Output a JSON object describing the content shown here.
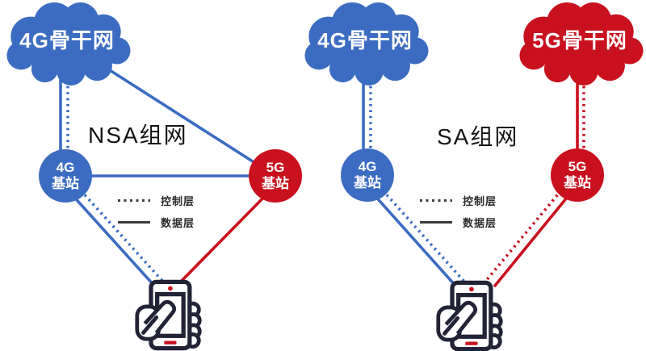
{
  "colors": {
    "background": "#FFFFFF",
    "blue": "#3C6CC2",
    "red": "#C9101E",
    "phone_outline": "#232337",
    "title_text": "#141414",
    "legend_text": "#2B2B2B",
    "legend_line": "#3C3C3C"
  },
  "nsa": {
    "title": "NSA组网",
    "cloud_4g": "4G骨干网",
    "station_4g": "4G\n基站",
    "station_5g": "5G\n基站",
    "legend": {
      "control": "控制层",
      "data": "数据层"
    }
  },
  "sa": {
    "title": "SA组网",
    "cloud_4g": "4G骨干网",
    "cloud_5g": "5G骨干网",
    "station_4g": "4G\n基站",
    "station_5g": "5G\n基站",
    "legend": {
      "control": "控制层",
      "data": "数据层"
    }
  },
  "icons": {
    "cloud": "cloud-icon",
    "phone": "phone-in-hand-icon"
  },
  "connections": {
    "nsa": [
      {
        "from": "4g-core",
        "to": "4g-station",
        "layers": [
          "data",
          "control"
        ]
      },
      {
        "from": "4g-core",
        "to": "5g-station",
        "layers": [
          "data"
        ]
      },
      {
        "from": "4g-station",
        "to": "5g-station",
        "layers": [
          "data"
        ]
      },
      {
        "from": "4g-station",
        "to": "phone",
        "layers": [
          "data",
          "control"
        ]
      },
      {
        "from": "5g-station",
        "to": "phone",
        "layers": [
          "data"
        ]
      }
    ],
    "sa": [
      {
        "from": "4g-core",
        "to": "4g-station",
        "layers": [
          "data",
          "control"
        ]
      },
      {
        "from": "5g-core",
        "to": "5g-station",
        "layers": [
          "data",
          "control"
        ]
      },
      {
        "from": "4g-station",
        "to": "phone",
        "layers": [
          "data",
          "control"
        ]
      },
      {
        "from": "5g-station",
        "to": "phone",
        "layers": [
          "data",
          "control"
        ]
      }
    ]
  }
}
